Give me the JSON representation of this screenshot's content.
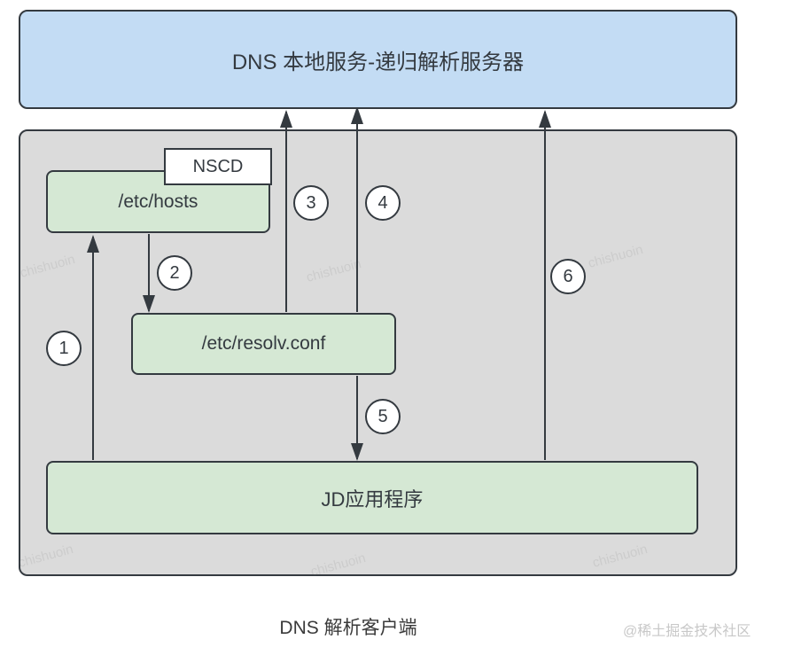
{
  "diagram": {
    "server": {
      "label": "DNS 本地服务-递归解析服务器"
    },
    "nodes": {
      "nscd": {
        "label": "NSCD"
      },
      "hosts": {
        "label": "/etc/hosts"
      },
      "resolv": {
        "label": "/etc/resolv.conf"
      },
      "app": {
        "label": "JD应用程序"
      }
    },
    "steps": [
      "1",
      "2",
      "3",
      "4",
      "5",
      "6"
    ],
    "caption": "DNS 解析客户端",
    "credit_watermark": "@稀土掘金技术社区",
    "diagonal_watermark": "chishuoin",
    "colors": {
      "server_fill": "#c3dcf4",
      "client_fill": "#dbdbdb",
      "node_fill": "#d5e8d4",
      "nscd_fill": "#ffffff",
      "stroke": "#343a40",
      "credit_color": "#c8c8c8"
    }
  }
}
